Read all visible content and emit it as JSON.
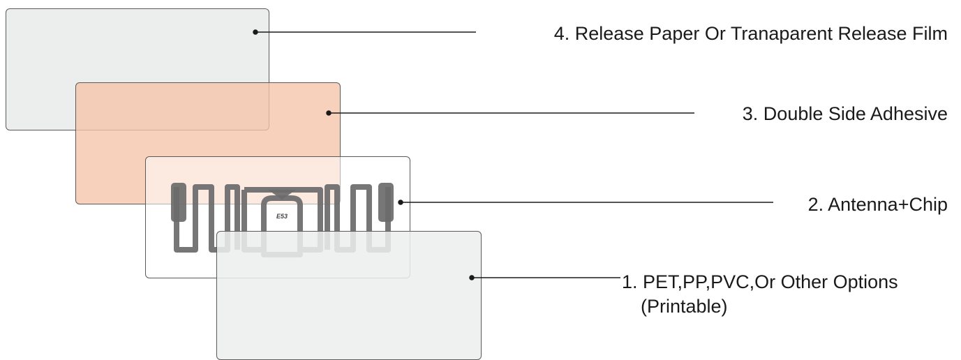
{
  "layers": [
    {
      "id": 4,
      "label": "4. Release Paper Or Tranaparent Release Film",
      "color": "#eceeed"
    },
    {
      "id": 3,
      "label": "3. Double Side Adhesive",
      "color": "#f6c4aa"
    },
    {
      "id": 2,
      "label": "2. Antenna+Chip",
      "color": "#ffffff"
    },
    {
      "id": 1,
      "label": "1. PET,PP,PVC,Or Other Options",
      "sublabel": "(Printable)",
      "color": "#eceeed"
    }
  ],
  "chip_marking": "E53",
  "colors": {
    "line": "#1a1a1a",
    "antenna": "#6b6b6b",
    "card_border": "#5a5a5a"
  }
}
